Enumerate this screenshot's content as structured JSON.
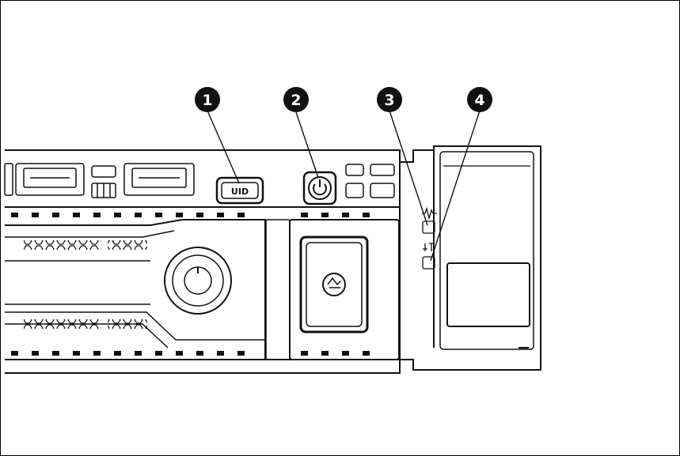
{
  "figure": {
    "uid_button_label": "UID",
    "callouts": [
      {
        "number": "1",
        "target": "uid-button"
      },
      {
        "number": "2",
        "target": "power-button"
      },
      {
        "number": "3",
        "target": "health-led"
      },
      {
        "number": "4",
        "target": "nic-led"
      }
    ]
  }
}
